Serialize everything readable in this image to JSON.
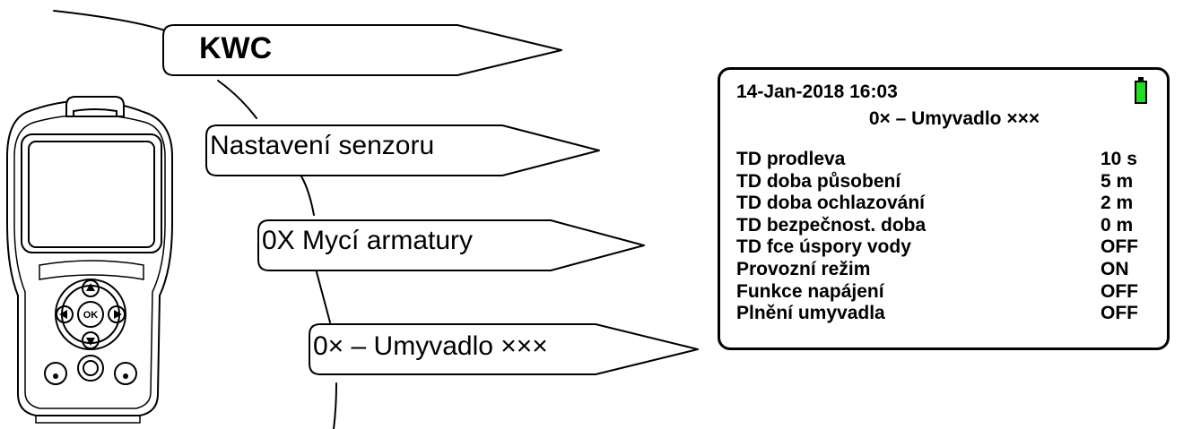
{
  "menu_path": [
    {
      "label": "KWC"
    },
    {
      "label": "Nastavení senzoru"
    },
    {
      "label": "0X Mycí armatury"
    },
    {
      "label": "0× – Umyvadlo ×××"
    }
  ],
  "lcd": {
    "datetime": "14-Jan-2018 16:03",
    "subtitle": "0× – Umyvadlo ×××",
    "battery_color": "#22dd22",
    "rows": [
      {
        "label": "TD prodleva",
        "value": "10 s"
      },
      {
        "label": "TD doba působení",
        "value": "5 m"
      },
      {
        "label": "TD doba ochlazování",
        "value": "2 m"
      },
      {
        "label": "TD bezpečnost. doba",
        "value": "0 m"
      },
      {
        "label": "TD fce úspory vody",
        "value": "OFF"
      },
      {
        "label": "Provozní režim",
        "value": "ON"
      },
      {
        "label": "Funkce napájení",
        "value": "OFF"
      },
      {
        "label": "Plnění umyvadla",
        "value": "OFF"
      }
    ]
  },
  "remote_buttons": {
    "ok": "OK"
  }
}
